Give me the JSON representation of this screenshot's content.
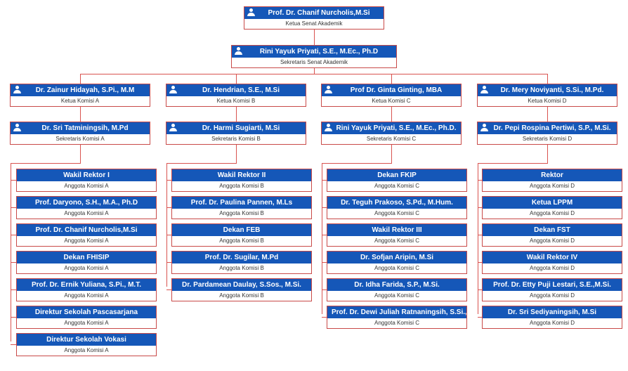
{
  "top": [
    {
      "name": "Prof. Dr. Chanif Nurcholis,M.Si",
      "role": "Ketua Senat Akademik"
    },
    {
      "name": "Rini Yayuk Priyati, S.E., M.Ec., Ph.D",
      "role": "Sekretaris Senat Akademik"
    }
  ],
  "commissions": [
    {
      "chair": {
        "name": "Dr. Zainur Hidayah, S.Pi., M.M",
        "role": "Ketua Komisi A"
      },
      "secretary": {
        "name": "Dr. Sri Tatminingsih, M.Pd",
        "role": "Sekretaris Komisi A"
      },
      "members": [
        {
          "name": "Wakil Rektor I",
          "role": "Anggota Komisi A"
        },
        {
          "name": "Prof. Daryono, S.H., M.A., Ph.D",
          "role": "Anggota Komisi A"
        },
        {
          "name": "Prof. Dr. Chanif Nurcholis,M.Si",
          "role": "Anggota Komisi A"
        },
        {
          "name": "Dekan FHISIP",
          "role": "Anggota Komisi A"
        },
        {
          "name": "Prof. Dr. Ernik Yuliana, S.Pi., M.T.",
          "role": "Anggota Komisi A"
        },
        {
          "name": "Direktur Sekolah Pascasarjana",
          "role": "Anggota Komisi A"
        },
        {
          "name": "Direktur Sekolah Vokasi",
          "role": "Anggota Komisi A"
        }
      ]
    },
    {
      "chair": {
        "name": "Dr. Hendrian, S.E., M.Si",
        "role": "Ketua Komisi B"
      },
      "secretary": {
        "name": "Dr. Harmi Sugiarti, M.Si",
        "role": "Sekretaris Komisi B"
      },
      "members": [
        {
          "name": "Wakil Rektor II",
          "role": "Anggota Komisi B"
        },
        {
          "name": "Prof. Dr. Paulina Pannen, M.Ls",
          "role": "Anggota Komisi B"
        },
        {
          "name": "Dekan FEB",
          "role": "Anggota Komisi B"
        },
        {
          "name": "Prof. Dr. Sugilar, M.Pd",
          "role": "Anggota Komisi B"
        },
        {
          "name": "Dr. Pardamean Daulay, S.Sos., M.Si.",
          "role": "Anggota Komisi B"
        }
      ]
    },
    {
      "chair": {
        "name": "Prof Dr. Ginta Ginting, MBA",
        "role": "Ketua Komisi C"
      },
      "secretary": {
        "name": "Rini Yayuk Priyati, S.E., M.Ec., Ph.D.",
        "role": "Sekretaris Komisi C"
      },
      "members": [
        {
          "name": "Dekan FKIP",
          "role": "Anggota Komisi C"
        },
        {
          "name": "Dr. Teguh Prakoso, S.Pd., M.Hum.",
          "role": "Anggota Komisi C"
        },
        {
          "name": "Wakil Rektor III",
          "role": "Anggota Komisi C"
        },
        {
          "name": "Dr. Sofjan Aripin, M.Si",
          "role": "Anggota Komisi C"
        },
        {
          "name": "Dr. Idha Farida, S.P., M.Si.",
          "role": "Anggota Komisi C"
        },
        {
          "name": "Prof. Dr. Dewi Juliah Ratnaningsih, S.Si., ...",
          "role": "Anggota Komisi C"
        }
      ]
    },
    {
      "chair": {
        "name": "Dr. Mery Noviyanti, S.Si., M.Pd.",
        "role": "Ketua Komisi D"
      },
      "secretary": {
        "name": "Dr. Pepi Rospina Pertiwi, S.P., M.Si.",
        "role": "Sekretaris Komisi D"
      },
      "members": [
        {
          "name": "Rektor",
          "role": "Anggota Komisi D"
        },
        {
          "name": "Ketua LPPM",
          "role": "Anggota Komisi D"
        },
        {
          "name": "Dekan FST",
          "role": "Anggota Komisi D"
        },
        {
          "name": "Wakil Rektor IV",
          "role": "Anggota Komisi D"
        },
        {
          "name": "Prof. Dr. Etty Puji Lestari, S.E.,M.Si.",
          "role": "Anggota Komisi D"
        },
        {
          "name": "Dr. Sri Sediyaningsih, M.Si",
          "role": "Anggota Komisi D"
        }
      ]
    }
  ]
}
